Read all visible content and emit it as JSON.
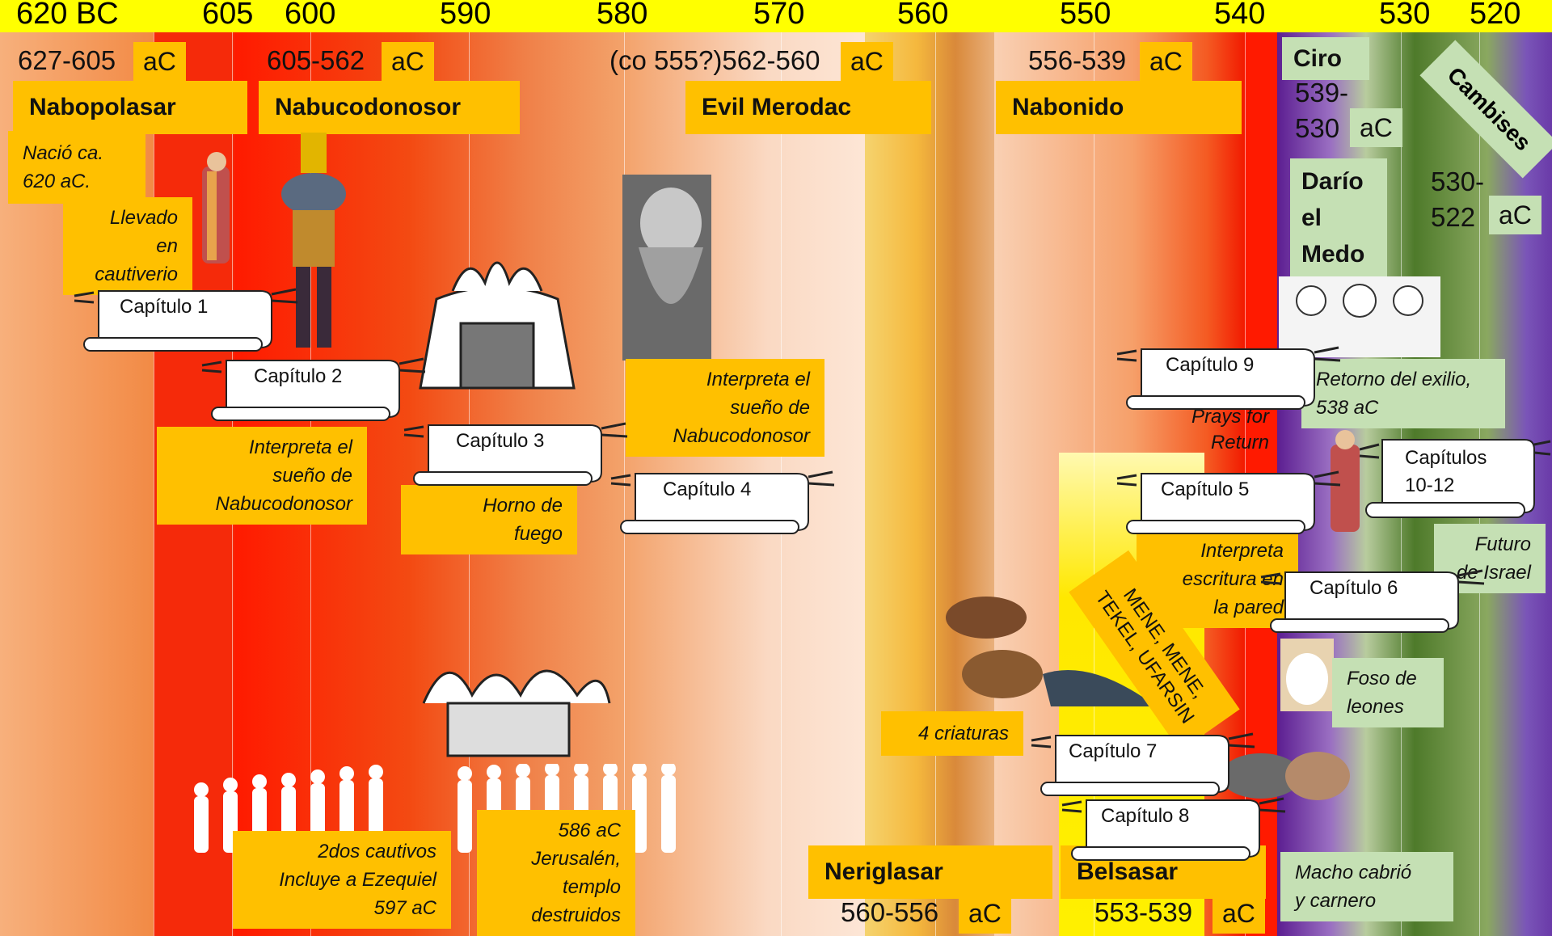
{
  "timeline": {
    "years": [
      "620 BC",
      "605",
      "600",
      "590",
      "580",
      "570",
      "560",
      "550",
      "540",
      "530",
      "520"
    ]
  },
  "colors": {
    "axis_bar": "#ffff00",
    "label_box": "#ffc000",
    "persian_box": "#c5e0b4",
    "babylon_red": "#ff0000",
    "persian_purple": "#7030a0",
    "persian_green": "#4e7a2a"
  },
  "kings": {
    "nabopolasar": {
      "range": "627-605",
      "era": "aC",
      "name": "Nabopolasar"
    },
    "nabucodonosor": {
      "range": "605-562",
      "era": "aC",
      "name": "Nabucodonosor"
    },
    "evil_merodac": {
      "range": "(co 555?)562-560",
      "era": "aC",
      "name": "Evil Merodac"
    },
    "nabonido": {
      "range": "556-539",
      "era": "aC",
      "name": "Nabonido"
    },
    "neriglasar": {
      "range": "560-556",
      "era": "aC",
      "name": "Neriglasar"
    },
    "belsasar": {
      "range": "553-539",
      "era": "aC",
      "name": "Belsasar"
    },
    "ciro": {
      "name": "Ciro",
      "range_a": "539-",
      "range_b": "530",
      "era": "aC"
    },
    "dario": {
      "name_1": "Darío",
      "name_2": "el",
      "name_3": "Medo",
      "range_a": "530-",
      "range_b": "522",
      "era": "aC"
    },
    "cambises": {
      "name": "Cambises"
    }
  },
  "notes": {
    "nacio": [
      "Nació ca.",
      "620 aC."
    ],
    "llevado": [
      "Llevado",
      "en",
      "cautiverio"
    ],
    "interpreta_2": [
      "Interpreta el",
      "sueño de",
      "Nabucodonosor"
    ],
    "horno": [
      "Horno de",
      "fuego"
    ],
    "interpreta_4": [
      "Interpreta el",
      "sueño de",
      "Nabucodonosor"
    ],
    "prays": [
      "Prays for",
      "Return"
    ],
    "escritura": [
      "Interpreta",
      "escritura en",
      "la pared"
    ],
    "mene": [
      "MENE, MENE,",
      "TEKEL, UFARSIN"
    ],
    "criaturas": "4 criaturas",
    "cautivos": [
      "2dos cautivos",
      "Incluye a Ezequiel",
      "597 aC"
    ],
    "jerusalen": [
      "586 aC",
      "Jerusalén,",
      "templo",
      "destruidos"
    ],
    "retorno": [
      "Retorno del exilio,",
      "538 aC"
    ],
    "futuro": [
      "Futuro",
      "de Israel"
    ],
    "foso": [
      "Foso de",
      "leones"
    ],
    "macho": [
      "Macho cabrió",
      "y carnero"
    ]
  },
  "chapters": {
    "c1": "Capítulo 1",
    "c2": "Capítulo 2",
    "c3": "Capítulo 3",
    "c4": "Capítulo 4",
    "c5": "Capítulo 5",
    "c6": "Capítulo 6",
    "c7": "Capítulo 7",
    "c8": "Capítulo 8",
    "c9": "Capítulo 9",
    "c10": [
      "Capítulos",
      "10-12"
    ]
  }
}
